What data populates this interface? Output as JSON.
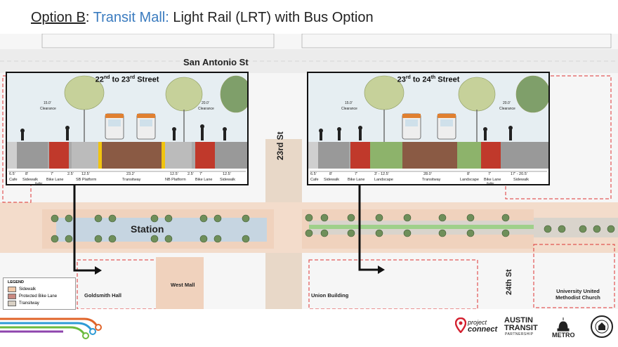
{
  "title": {
    "option": "Option B",
    "sep": ": ",
    "mall": "Transit Mall:",
    "rest": " Light Rail (LRT) with Bus Option"
  },
  "map": {
    "street_top": "San Antonio St",
    "street_23": "23rd St",
    "street_24": "24th St",
    "station": "Station",
    "goldsmith": "Goldsmith Hall",
    "west_mall": "West Mall",
    "union": "Union Building",
    "church": "University United Methodist Church"
  },
  "panel_left": {
    "title_a": "22",
    "title_a_sup": "nd",
    "title_b": " to 23",
    "title_b_sup": "rd",
    "title_c": " Street",
    "clear_left_val": "15.0'",
    "clear_left": "Clearance",
    "clear_right_val": "20.0'",
    "clear_right": "Clearance",
    "dims": [
      "6.5'",
      "8'",
      "7'",
      "2.5'",
      "12.5'",
      "23.2'",
      "12.5'",
      "2.5'",
      "7'",
      "12.5'"
    ],
    "labels": [
      "Cafe",
      "Sidewalk",
      "Bike Lane",
      "SB Platform",
      "Transitway",
      "NB Platform",
      "Bike Lane",
      "Sidewalk"
    ],
    "buffer": "Buffer"
  },
  "panel_right": {
    "title_a": "23",
    "title_a_sup": "rd",
    "title_b": " to 24",
    "title_b_sup": "th",
    "title_c": " Street",
    "clear_left_val": "15.0'",
    "clear_left": "Clearance",
    "clear_right_val": "20.0'",
    "clear_right": "Clearance",
    "dims": [
      "6.5'",
      "8'",
      "7'",
      "3' - 12.5'",
      "28.0'",
      "8'",
      "7'",
      "17' - 20.5'"
    ],
    "labels": [
      "Cafe",
      "Sidewalk",
      "Bike Lane",
      "Landscape",
      "Transitway",
      "Landscape",
      "Bike Lane",
      "Sidewalk"
    ],
    "buffer": "Buffer"
  },
  "legend": {
    "title": "LEGEND",
    "items": [
      {
        "label": "Sidewalk",
        "color": "#f2c9a8"
      },
      {
        "label": "Protected Bike Lane",
        "color": "#c98a82"
      },
      {
        "label": "Transitway",
        "color": "#d8d0c4"
      }
    ]
  },
  "logos": {
    "pc1": "project",
    "pc2": "connect",
    "atp1": "AUSTIN",
    "atp2": "TRANSIT",
    "atp3": "PARTNERSHIP",
    "metro": "METRO"
  },
  "colors": {
    "mall": "#3a7bbf",
    "sidewalk": "#f2c9a8",
    "bike": "#c0392b",
    "transit": "#8a5a44",
    "road": "#7a7a7a"
  }
}
